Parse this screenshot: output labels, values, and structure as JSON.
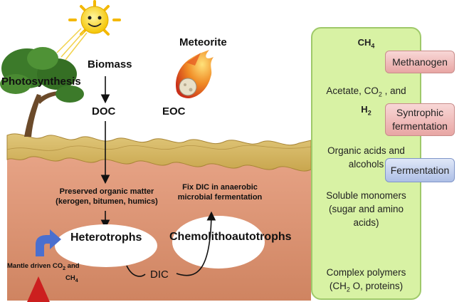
{
  "left": {
    "photosynthesis": "Photosynthesis",
    "biomass": "Biomass",
    "doc": "DOC",
    "meteorite": "Meteorite",
    "eoc": "EOC",
    "preserved_line1": "Preserved organic matter",
    "preserved_line2": "(kerogen, bitumen, humics)",
    "fix_line1": "Fix DIC in anaerobic",
    "fix_line2": "microbial fermentation",
    "heterotrophs": "Heterotrophs",
    "chemolithoautotrophs": "Chemolithoautotrophs",
    "dic": "DIC",
    "mantle_prefix": "Mantle driven  CO",
    "mantle_sub2": "2",
    "mantle_and": " and",
    "mantle_ch": "CH",
    "mantle_sub4": "4"
  },
  "right": {
    "ch4_main": "CH",
    "ch4_sub": "4",
    "acetate_prefix": "Acetate, CO",
    "acetate_sub": "2",
    "acetate_suffix": " , and",
    "h2_main": "H",
    "h2_sub": "2",
    "organic_acids_1": "Organic acids and",
    "organic_acids_2": "alcohols",
    "soluble_1": "Soluble monomers",
    "soluble_2": "(sugar and amino",
    "soluble_3": "acids)",
    "complex_1": "Complex polymers",
    "complex_2_prefix": "(CH",
    "complex_2_sub": "2",
    "complex_2_suffix": " O, proteins)",
    "methanogen": "Methanogen",
    "syntrophic_1": "Syntrophic",
    "syntrophic_2": "fermentation",
    "fermentation": "Fermentation"
  },
  "colors": {
    "sediment": "#d98f6e",
    "panel": "#d8f2a4",
    "arrow_blue": "#4a6fa8",
    "methanogen_box": "#e8a6a4",
    "fermentation_box": "#aebfe6"
  }
}
